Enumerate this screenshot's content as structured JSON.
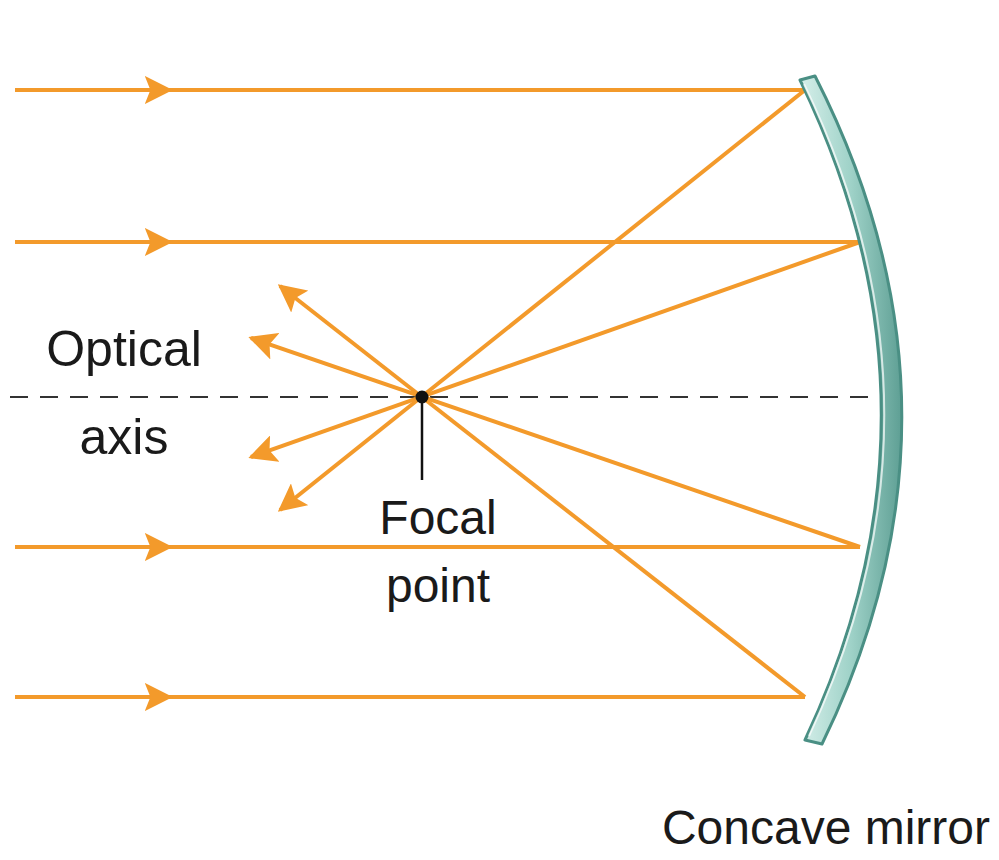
{
  "diagram": {
    "labels": [
      "Optical axis",
      "Focal point",
      "Concave mirror"
    ]
  }
}
